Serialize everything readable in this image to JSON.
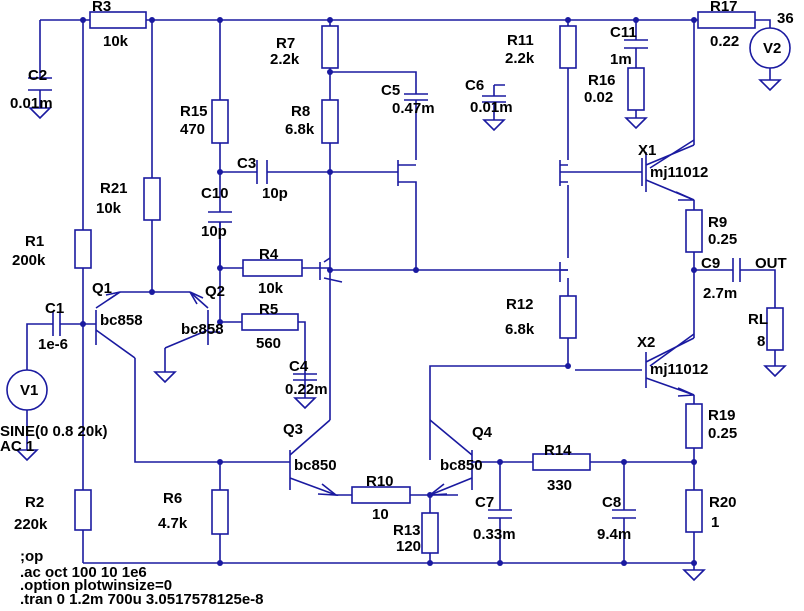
{
  "components": {
    "R3": {
      "ref": "R3",
      "value": "10k"
    },
    "R17": {
      "ref": "R17",
      "value": "0.22"
    },
    "V2": {
      "ref": "V2",
      "value": "36"
    },
    "C2": {
      "ref": "C2",
      "value": "0.01m"
    },
    "R7": {
      "ref": "R7",
      "value": "2.2k"
    },
    "R11": {
      "ref": "R11",
      "value": "2.2k"
    },
    "C11": {
      "ref": "C11",
      "value": "1m"
    },
    "R16": {
      "ref": "R16",
      "value": "0.02"
    },
    "R15": {
      "ref": "R15",
      "value": "470"
    },
    "R8": {
      "ref": "R8",
      "value": "6.8k"
    },
    "C5": {
      "ref": "C5",
      "value": "0.47m"
    },
    "C6": {
      "ref": "C6",
      "value": "0.01m"
    },
    "C3": {
      "ref": "C3",
      "value": "10p"
    },
    "X1": {
      "ref": "X1",
      "value": "mj11012"
    },
    "R21": {
      "ref": "R21",
      "value": "10k"
    },
    "C10": {
      "ref": "C10",
      "value": "10p"
    },
    "R9": {
      "ref": "R9",
      "value": "0.25"
    },
    "R1": {
      "ref": "R1",
      "value": "200k"
    },
    "R4": {
      "ref": "R4",
      "value": "10k"
    },
    "C9": {
      "ref": "C9",
      "value": "2.7m"
    },
    "OUT": {
      "ref": "OUT"
    },
    "Q1": {
      "ref": "Q1",
      "value": "bc858"
    },
    "Q2": {
      "ref": "Q2",
      "value": "bc858"
    },
    "C1": {
      "ref": "C1",
      "value": "1e-6"
    },
    "R5": {
      "ref": "R5",
      "value": "560"
    },
    "R12": {
      "ref": "R12",
      "value": "6.8k"
    },
    "RL": {
      "ref": "RL",
      "value": "8"
    },
    "X2": {
      "ref": "X2",
      "value": "mj11012"
    },
    "C4": {
      "ref": "C4",
      "value": "0.22m"
    },
    "V1": {
      "ref": "V1",
      "value": "SINE(0 0.8 20k)",
      "value2": "AC 1"
    },
    "R19": {
      "ref": "R19",
      "value": "0.25"
    },
    "Q3": {
      "ref": "Q3",
      "value": "bc850"
    },
    "Q4": {
      "ref": "Q4",
      "value": "bc850"
    },
    "R14": {
      "ref": "R14",
      "value": "330"
    },
    "R10": {
      "ref": "R10",
      "value": "10"
    },
    "R13": {
      "ref": "R13",
      "value": "120"
    },
    "C7": {
      "ref": "C7",
      "value": "0.33m"
    },
    "C8": {
      "ref": "C8",
      "value": "9.4m"
    },
    "R2": {
      "ref": "R2",
      "value": "220k"
    },
    "R6": {
      "ref": "R6",
      "value": "4.7k"
    },
    "R20": {
      "ref": "R20",
      "value": "1"
    }
  },
  "directives": [
    ";op",
    ".ac oct 100 10 1e6",
    ".option plotwinsize=0",
    ".tran 0 1.2m 700u 3.0517578125e-8"
  ],
  "colors": {
    "wire": "#1a1aa0",
    "text": "#000000",
    "background": "#ffffff"
  }
}
